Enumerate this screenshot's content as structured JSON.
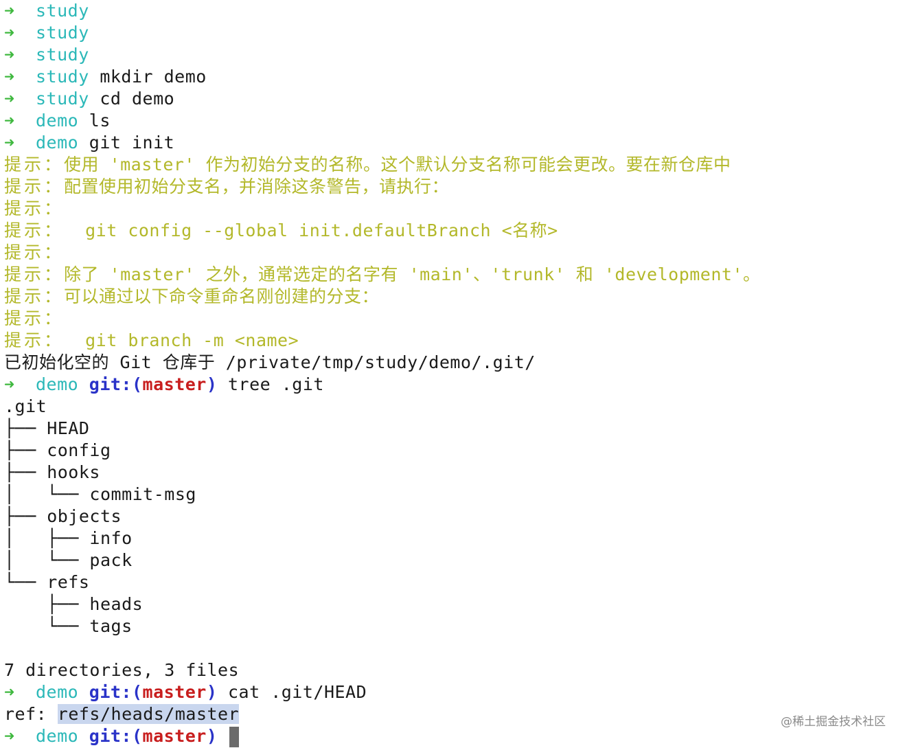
{
  "terminal": {
    "prompt_symbol": "➜",
    "lines": [
      {
        "kind": "prompt",
        "dir": "study",
        "cmd": ""
      },
      {
        "kind": "prompt",
        "dir": "study",
        "cmd": ""
      },
      {
        "kind": "prompt",
        "dir": "study",
        "cmd": ""
      },
      {
        "kind": "prompt",
        "dir": "study",
        "cmd": "mkdir demo"
      },
      {
        "kind": "prompt",
        "dir": "study",
        "cmd": "cd demo"
      },
      {
        "kind": "prompt",
        "dir": "demo",
        "cmd": "ls"
      },
      {
        "kind": "prompt",
        "dir": "demo",
        "cmd": "git init"
      },
      {
        "kind": "hint",
        "prefix": "提示：",
        "text": "使用 'master' 作为初始分支的名称。这个默认分支名称可能会更改。要在新仓库中"
      },
      {
        "kind": "hint",
        "prefix": "提示：",
        "text": "配置使用初始分支名，并消除这条警告，请执行："
      },
      {
        "kind": "hint",
        "prefix": "提示：",
        "text": ""
      },
      {
        "kind": "hint",
        "prefix": "提示：",
        "text": "  git config --global init.defaultBranch <名称>"
      },
      {
        "kind": "hint",
        "prefix": "提示：",
        "text": ""
      },
      {
        "kind": "hint",
        "prefix": "提示：",
        "text": "除了 'master' 之外，通常选定的名字有 'main'、'trunk' 和 'development'。"
      },
      {
        "kind": "hint",
        "prefix": "提示：",
        "text": "可以通过以下命令重命名刚创建的分支："
      },
      {
        "kind": "hint",
        "prefix": "提示：",
        "text": ""
      },
      {
        "kind": "hint",
        "prefix": "提示：",
        "text": "  git branch -m <name>"
      },
      {
        "kind": "output",
        "text": "已初始化空的 Git 仓库于 /private/tmp/study/demo/.git/"
      },
      {
        "kind": "git-prompt",
        "dir": "demo",
        "git": "git:(",
        "branch": "master",
        "close": ")",
        "cmd": "tree .git"
      },
      {
        "kind": "output",
        "text": ".git"
      },
      {
        "kind": "output",
        "text": "├── HEAD"
      },
      {
        "kind": "output",
        "text": "├── config"
      },
      {
        "kind": "output",
        "text": "├── hooks"
      },
      {
        "kind": "output",
        "text": "│   └── commit-msg"
      },
      {
        "kind": "output",
        "text": "├── objects"
      },
      {
        "kind": "output",
        "text": "│   ├── info"
      },
      {
        "kind": "output",
        "text": "│   └── pack"
      },
      {
        "kind": "output",
        "text": "└── refs"
      },
      {
        "kind": "output",
        "text": "    ├── heads"
      },
      {
        "kind": "output",
        "text": "    └── tags"
      },
      {
        "kind": "blank"
      },
      {
        "kind": "output",
        "text": "7 directories, 3 files"
      },
      {
        "kind": "git-prompt",
        "dir": "demo",
        "git": "git:(",
        "branch": "master",
        "close": ")",
        "cmd": "cat .git/HEAD"
      },
      {
        "kind": "ref-output",
        "label": "ref:",
        "value": "refs/heads/master"
      },
      {
        "kind": "git-prompt-cursor",
        "dir": "demo",
        "git": "git:(",
        "branch": "master",
        "close": ")"
      }
    ]
  },
  "watermark": "@稀土掘金技术社区",
  "colors": {
    "arrow": "#3fb83f",
    "dir": "#2bb8b8",
    "git": "#2a33c8",
    "branch": "#c81e1e",
    "hint": "#b3b82a"
  }
}
